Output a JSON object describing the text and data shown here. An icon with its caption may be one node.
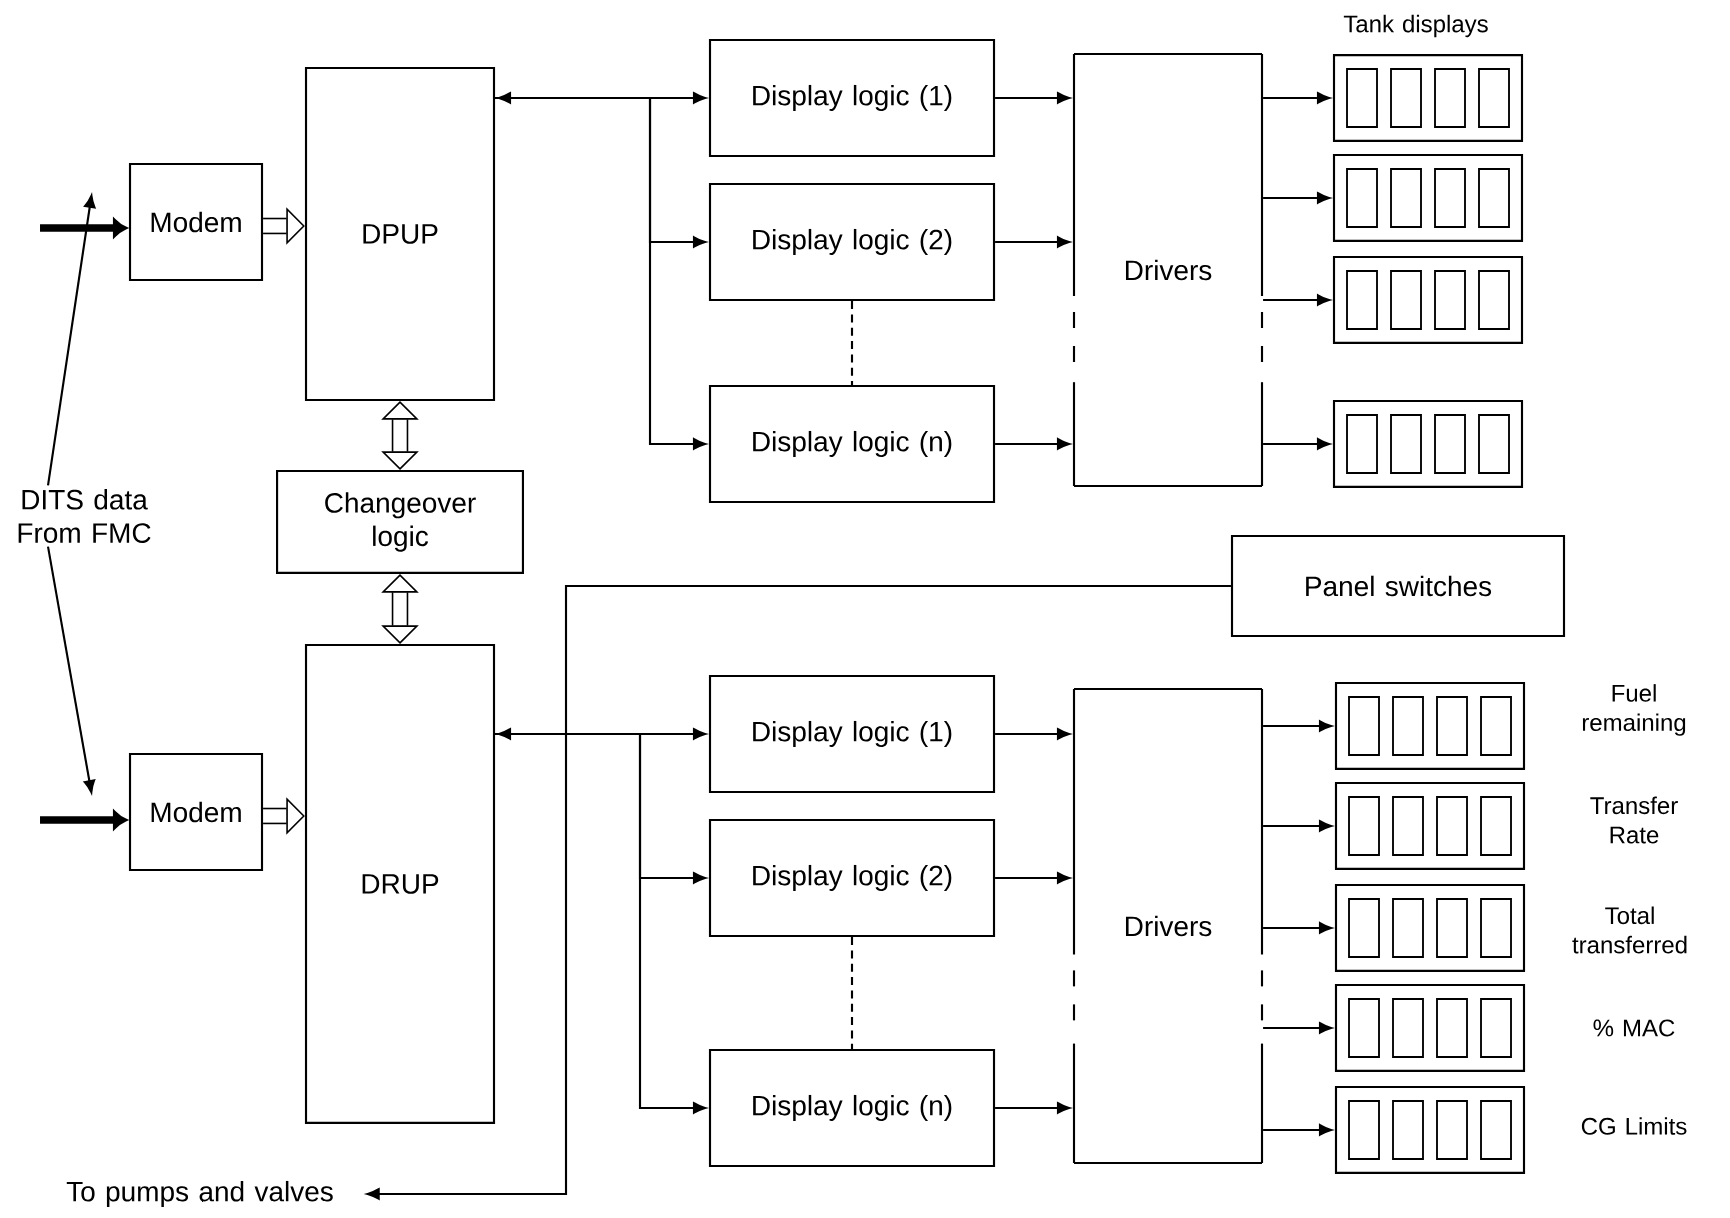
{
  "diagram": {
    "nodes": [
      {
        "text": [
          "DITS data From FMC"
        ]
      },
      {
        "text": [
          "Modem"
        ]
      },
      {
        "text": [
          "DPUP"
        ]
      },
      {
        "text": [
          "Display logic (1)"
        ]
      },
      {
        "text": [
          "Display logic (2)"
        ]
      },
      {
        "text": [
          "Display logic (n)"
        ]
      },
      {
        "text": [
          "Drivers"
        ]
      },
      {
        "text": [],
        "shape": "box",
        "beside": [
          "Tank displays"
        ]
      },
      {
        "text": [],
        "shape": "box"
      },
      {
        "text": [],
        "shape": "box"
      },
      {
        "text": [],
        "shape": "box"
      },
      {
        "text": [
          "Changeover logic"
        ]
      },
      {
        "text": [
          "Panel switches"
        ]
      },
      {
        "text": [
          "Modem"
        ]
      },
      {
        "text": [
          "DRUP"
        ]
      },
      {
        "text": [
          "Display logic (1)"
        ]
      },
      {
        "text": [
          "Display logic (2)"
        ]
      },
      {
        "text": [
          "Display logic (n)"
        ]
      },
      {
        "text": [
          "Drivers"
        ]
      },
      {
        "text": [],
        "shape": "box",
        "beside": [
          "Fuel remaining"
        ]
      },
      {
        "text": [],
        "shape": "box",
        "beside": [
          "Transfer Rate"
        ]
      },
      {
        "text": [],
        "shape": "box",
        "beside": [
          "Total transferred"
        ]
      },
      {
        "text": [],
        "shape": "box",
        "beside": [
          "% MAC"
        ]
      },
      {
        "text": [],
        "shape": "box",
        "beside": [
          "CG Limits"
        ]
      },
      {
        "text": [
          "To pumps and valves"
        ]
      }
    ],
    "edges": [
      {
        "from": 0,
        "to": null,
        "arrow": "to"
      },
      {
        "from": 0,
        "to": null,
        "arrow": "to"
      },
      {
        "from": null,
        "to": 1,
        "arrow": "to",
        "style": "thick"
      },
      {
        "from": null,
        "to": 13,
        "arrow": "to",
        "style": "thick"
      },
      {
        "from": 1,
        "to": 2,
        "arrow": "to",
        "style": "thick"
      },
      {
        "from": 13,
        "to": 14,
        "arrow": "to",
        "style": "thick"
      },
      {
        "from": 2,
        "to": 11,
        "arrow": "both",
        "style": "thick"
      },
      {
        "from": 11,
        "to": 14,
        "arrow": "both",
        "style": "thick"
      },
      {
        "from": 2,
        "to": 3,
        "arrow": "both"
      },
      {
        "from": 2,
        "to": 4,
        "arrow": "to"
      },
      {
        "from": 2,
        "to": 5,
        "arrow": "to"
      },
      {
        "from": 4,
        "to": 5,
        "arrow": "none",
        "style": "dashed"
      },
      {
        "from": 3,
        "to": 6,
        "arrow": "to"
      },
      {
        "from": 4,
        "to": 6,
        "arrow": "to"
      },
      {
        "from": 5,
        "to": 6,
        "arrow": "to"
      },
      {
        "from": 6,
        "to": 7,
        "arrow": "to"
      },
      {
        "from": 6,
        "to": 8,
        "arrow": "to"
      },
      {
        "from": 6,
        "to": 9,
        "arrow": "to"
      },
      {
        "from": 6,
        "to": 10,
        "arrow": "to"
      },
      {
        "from": 12,
        "to": 24,
        "arrow": "to"
      },
      {
        "from": 14,
        "to": 15,
        "arrow": "both"
      },
      {
        "from": 14,
        "to": 16,
        "arrow": "to"
      },
      {
        "from": 14,
        "to": 17,
        "arrow": "to"
      },
      {
        "from": 16,
        "to": 17,
        "arrow": "none",
        "style": "dashed"
      },
      {
        "from": 15,
        "to": 18,
        "arrow": "to"
      },
      {
        "from": 16,
        "to": 18,
        "arrow": "to"
      },
      {
        "from": 17,
        "to": 18,
        "arrow": "to"
      },
      {
        "from": 18,
        "to": 19,
        "arrow": "to"
      },
      {
        "from": 18,
        "to": 20,
        "arrow": "to"
      },
      {
        "from": 18,
        "to": 21,
        "arrow": "to"
      },
      {
        "from": 18,
        "to": 22,
        "arrow": "to"
      },
      {
        "from": 18,
        "to": 23,
        "arrow": "to"
      }
    ]
  }
}
